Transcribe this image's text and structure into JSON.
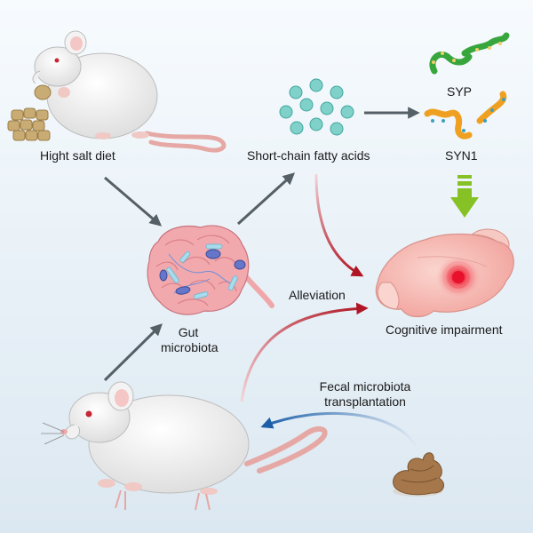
{
  "labels": {
    "high_salt_diet": "Hight salt diet",
    "scfa": "Short-chain fatty acids",
    "syp": "SYP",
    "syn1": "SYN1",
    "gut_line1": "Gut",
    "gut_line2": "microbiota",
    "alleviation": "Alleviation",
    "cognitive_impairment": "Cognitive impairment",
    "fmt_line1": "Fecal microbiota",
    "fmt_line2": "transplantation"
  },
  "colors": {
    "background_top": "#f7fbfe",
    "background_bottom": "#dce8f1",
    "gray_arrow": "#555f66",
    "red_arrow": "#b01525",
    "blue_arrow": "#1c5fa8",
    "green_arrow": "#86c226",
    "scfa_dots": "#7fd1c9",
    "syp_protein": "#37a63c",
    "syn1_protein": "#f0a020",
    "brain_pink": "#f7b9b3",
    "gut_pink": "#f2a9ae",
    "mouse_body": "#ededed",
    "pellet": "#c9ab74",
    "feces": "#a6774a"
  },
  "icons": [
    "mouse-eating-icon",
    "food-pellets-icon",
    "scfa-dots-icon",
    "syp-protein-icon",
    "syn1-protein-icon",
    "gut-icon",
    "brain-icon",
    "mouse-icon",
    "feces-icon"
  ]
}
